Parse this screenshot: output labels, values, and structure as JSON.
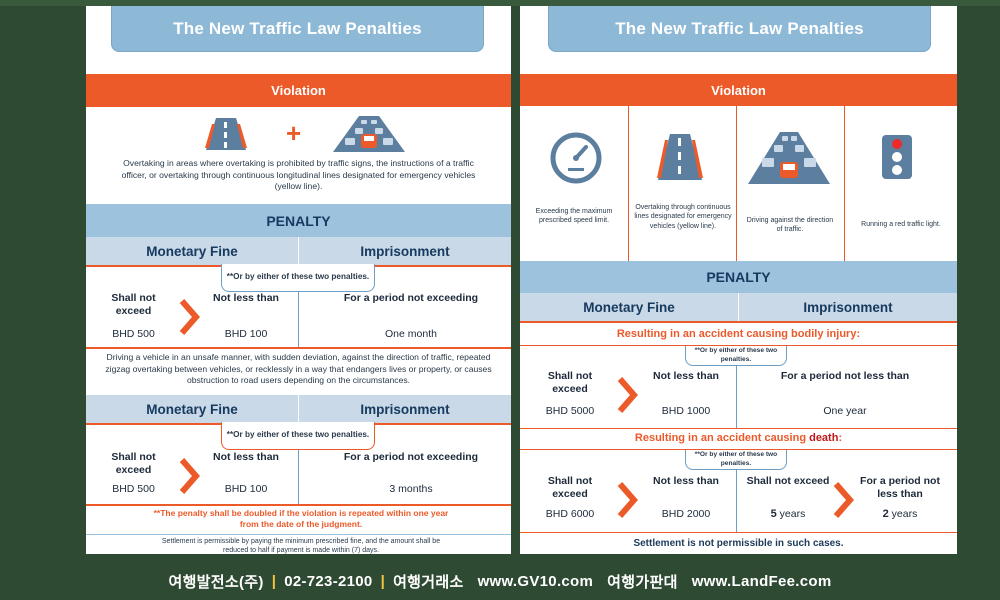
{
  "left": {
    "title": "The New Traffic Law Penalties",
    "violation_label": "Violation",
    "violation_text_1": "Overtaking in areas where overtaking is prohibited by traffic signs, the instructions of a traffic officer, or overtaking through continuous longitudinal lines designated for emergency vehicles (yellow line).",
    "penalty_label": "PENALTY",
    "col_fine": "Monetary Fine",
    "col_prison": "Imprisonment",
    "either_note": "**Or by either of these two penalties.",
    "shall_not_exceed": "Shall not exceed",
    "not_less_than": "Not less than",
    "for_period": "For a period not exceeding",
    "b1_max": "BHD 500",
    "b1_min": "BHD 100",
    "b1_prison": "One month",
    "violation_text_2": "Driving a vehicle in an unsafe manner, with sudden deviation, against the direction of traffic, repeated zigzag overtaking between vehicles, or recklessly in a way that endangers lives or property, or causes obstruction to road users depending on the circumstances.",
    "b2_max": "BHD 500",
    "b2_min": "BHD 100",
    "b2_prison": "3 months",
    "double_note": "**The penalty shall be doubled if the violation is repeated within one year from the date of the judgment.",
    "settlement": "Settlement is permissible by paying the minimum prescribed fine, and the amount shall be reduced to half if payment is made within (7) days."
  },
  "right": {
    "title": "The New Traffic Law Penalties",
    "violation_label": "Violation",
    "violations": [
      {
        "icon": "speedometer-icon",
        "text": "Exceeding the maximum prescribed speed limit."
      },
      {
        "icon": "road-lines-icon",
        "text": "Overtaking through continuous lines designated for emergency vehicles (yellow line)."
      },
      {
        "icon": "wrong-way-car-icon",
        "text": "Driving against the direction of traffic."
      },
      {
        "icon": "traffic-light-icon",
        "text": "Running a red traffic light."
      }
    ],
    "penalty_label": "PENALTY",
    "col_fine": "Monetary Fine",
    "col_prison": "Imprisonment",
    "injury_head": "Resulting in an accident causing bodily injury:",
    "either_note": "**Or by either of these two penalties.",
    "shall_not_exceed": "Shall not exceed",
    "not_less_than": "Not less than",
    "for_period_not_less": "For a period not less than",
    "i_max": "BHD 5000",
    "i_min": "BHD 1000",
    "i_prison": "One year",
    "death_head_pre": "Resulting in an accident causing ",
    "death_head_word": "death",
    "death_head_post": ":",
    "d_max": "BHD 6000",
    "d_min": "BHD 2000",
    "d_prison_max_num": "5",
    "d_prison_max_unit": " years",
    "d_prison_min_num": "2",
    "d_prison_min_unit": " years",
    "settlement": "Settlement is not permissible in such cases."
  },
  "footer": {
    "company": "여행발전소(주)",
    "phone": "02-723-2100",
    "t1": "여행거래소",
    "u1": "www.GV10.com",
    "t2": "여행가판대",
    "u2": "www.LandFee.com",
    "separator": "|"
  },
  "colors": {
    "orange": "#ec5a2a",
    "blue": "#9dc2de",
    "dark_blue": "#173a60",
    "background": "#2f4a33"
  }
}
